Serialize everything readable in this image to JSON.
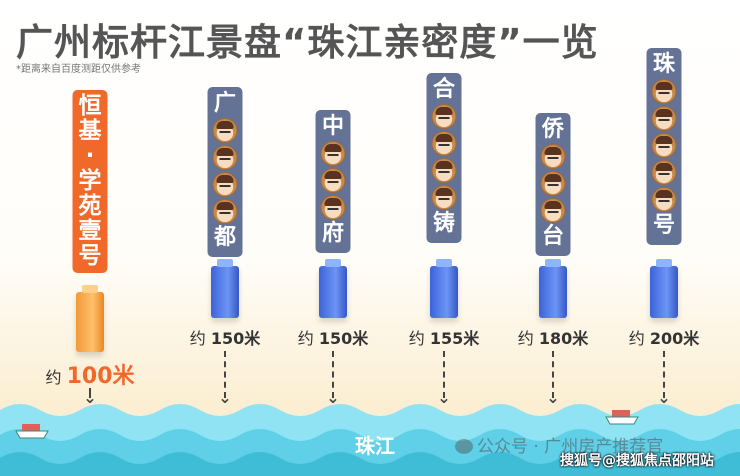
{
  "title": "广州标杆江景盘“珠江亲密度”一览",
  "note": "*距离来自百度测距仅供参考",
  "items": [
    {
      "chars": [
        "恒",
        "基",
        "·",
        "学",
        "苑",
        "壹",
        "号"
      ],
      "faces": 0,
      "prefix": "约",
      "distance": "100米",
      "distance_m": 100,
      "highlight": true
    },
    {
      "chars": [
        "广",
        "都"
      ],
      "faces": 4,
      "prefix": "约",
      "distance": "150米",
      "distance_m": 150,
      "highlight": false
    },
    {
      "chars": [
        "中",
        "府"
      ],
      "faces": 3,
      "prefix": "约",
      "distance": "150米",
      "distance_m": 150,
      "highlight": false
    },
    {
      "chars": [
        "合",
        "铸"
      ],
      "faces": 4,
      "prefix": "约",
      "distance": "155米",
      "distance_m": 155,
      "highlight": false
    },
    {
      "chars": [
        "侨",
        "台"
      ],
      "faces": 3,
      "prefix": "约",
      "distance": "180米",
      "distance_m": 180,
      "highlight": false
    },
    {
      "chars": [
        "珠",
        "号"
      ],
      "faces": 5,
      "prefix": "约",
      "distance": "200米",
      "distance_m": 200,
      "highlight": false
    }
  ],
  "river": "珠江",
  "wechat": "公众号 · 广州房产推荐官",
  "watermark": "搜狐号@搜狐焦点邵阳站",
  "colors": {
    "highlight": "#f0682a",
    "tag": "#647296",
    "water": "#5fd0e8"
  }
}
